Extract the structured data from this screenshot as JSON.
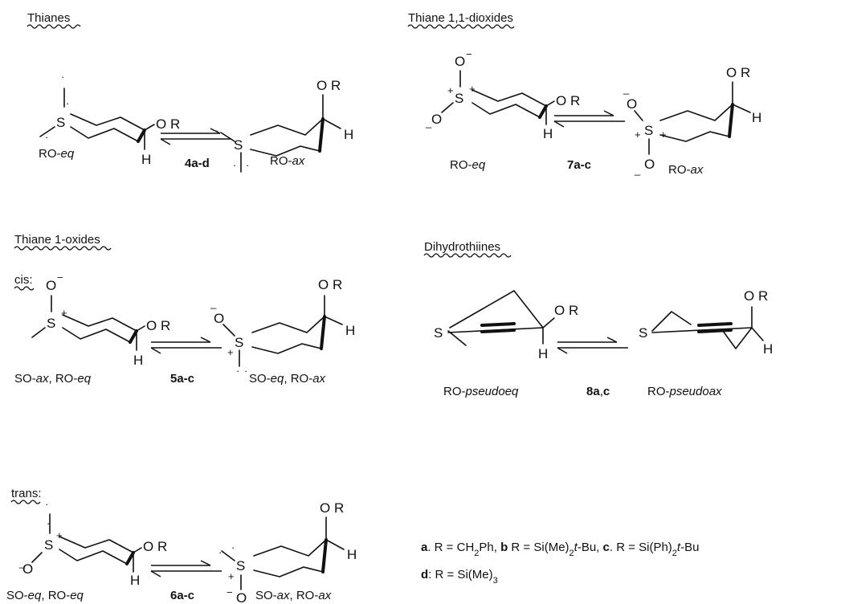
{
  "sections": {
    "thianes": "Thianes",
    "dioxides": "Thiane 1,1-dioxides",
    "oxides": "Thiane 1-oxides",
    "dihydro": "Dihydrothiines",
    "cis": "cis:",
    "trans": "trans:"
  },
  "atoms": {
    "S": "S",
    "O": "O",
    "R": "R",
    "OR": "O R",
    "H": "H",
    "plus": "+",
    "minus": "−",
    "minus_low": "_",
    "dot": "·"
  },
  "captions": {
    "ro_eq": "RO-",
    "eq": "eq",
    "ro_ax": "RO-",
    "ax": "ax",
    "so_ax_ro_eq_a": "SO-",
    "so_ax_ro_eq_b": "ax",
    "so_ax_ro_eq_c": ", RO-",
    "so_ax_ro_eq_d": "eq",
    "so_eq_ro_ax_a": "SO-",
    "so_eq_ro_ax_b": "eq",
    "so_eq_ro_ax_c": ", RO-",
    "so_eq_ro_ax_d": "ax",
    "so_eq_ro_eq_a": "SO-",
    "so_eq_ro_eq_b": "eq",
    "so_eq_ro_eq_c": ", RO-",
    "so_eq_ro_eq_d": "eq",
    "so_ax_ro_ax_a": "SO-",
    "so_ax_ro_ax_b": "ax",
    "so_ax_ro_ax_c": ", RO-",
    "so_ax_ro_ax_d": "ax",
    "ro_pseudoeq_a": "RO-",
    "ro_pseudoeq_b": "pseudoeq",
    "ro_pseudoax_a": "RO-",
    "ro_pseudoax_b": "pseudoax"
  },
  "compounds": {
    "c4": "4a-d",
    "c7": "7a-c",
    "c5": "5a-c",
    "c8a": "8a",
    "c8b": ",",
    "c8c": "c",
    "c6": "6a-c"
  },
  "legend": {
    "line1": [
      {
        "t": "a",
        "b": true
      },
      {
        "t": ". R = CH"
      },
      {
        "t": "2",
        "sub": true
      },
      {
        "t": "Ph,  "
      },
      {
        "t": "b",
        "b": true
      },
      {
        "t": "  R = Si(Me)"
      },
      {
        "t": "2",
        "sub": true
      },
      {
        "t": "t",
        "i": true
      },
      {
        "t": "-Bu,  "
      },
      {
        "t": "c",
        "b": true
      },
      {
        "t": ".  R = Si(Ph)"
      },
      {
        "t": "2",
        "sub": true
      },
      {
        "t": "t",
        "i": true
      },
      {
        "t": "-Bu"
      }
    ],
    "line2": [
      {
        "t": "d",
        "b": true
      },
      {
        "t": ":  R = Si(Me)"
      },
      {
        "t": "3",
        "sub": true
      }
    ]
  }
}
